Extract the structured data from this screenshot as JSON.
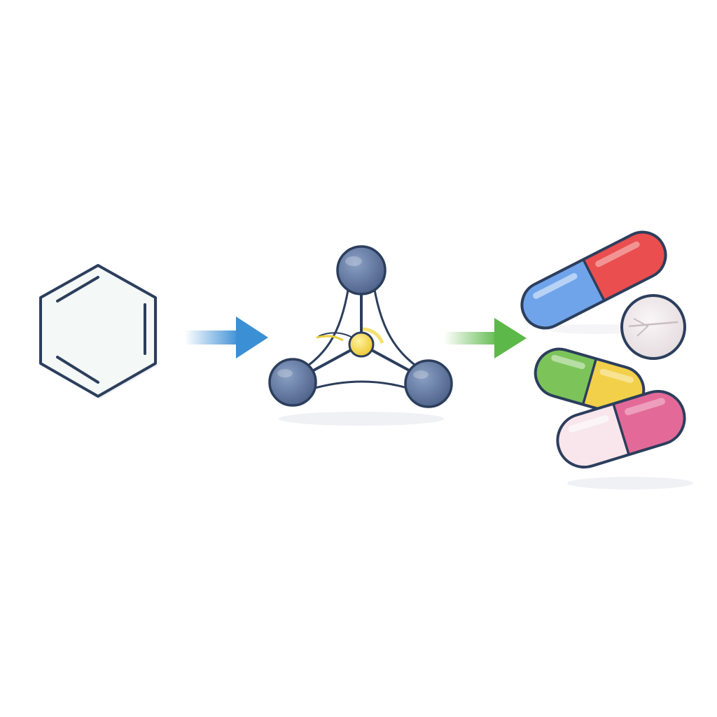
{
  "diagram": {
    "steps": [
      {
        "id": "benzene",
        "icon": "benzene-ring-icon",
        "label": ""
      },
      {
        "id": "catalyst",
        "icon": "molecule-icon",
        "label": ""
      },
      {
        "id": "drugs",
        "icon": "pills-icon",
        "label": ""
      }
    ],
    "arrows": [
      {
        "from": "benzene",
        "to": "catalyst",
        "color": "#3b8fd4"
      },
      {
        "from": "catalyst",
        "to": "drugs",
        "color": "#5cb848"
      }
    ]
  },
  "colors": {
    "outline": "#2c3e5c",
    "atom": "#5a6f94",
    "center_atom": "#f2d43a",
    "capsule_blue": "#6fa4ea",
    "capsule_red": "#ea4e4e",
    "capsule_green": "#7cc45a",
    "capsule_yellow": "#f3d04a",
    "capsule_pink": "#e36a98",
    "capsule_pale": "#f8e6ec",
    "tablet": "#ece6e8"
  }
}
